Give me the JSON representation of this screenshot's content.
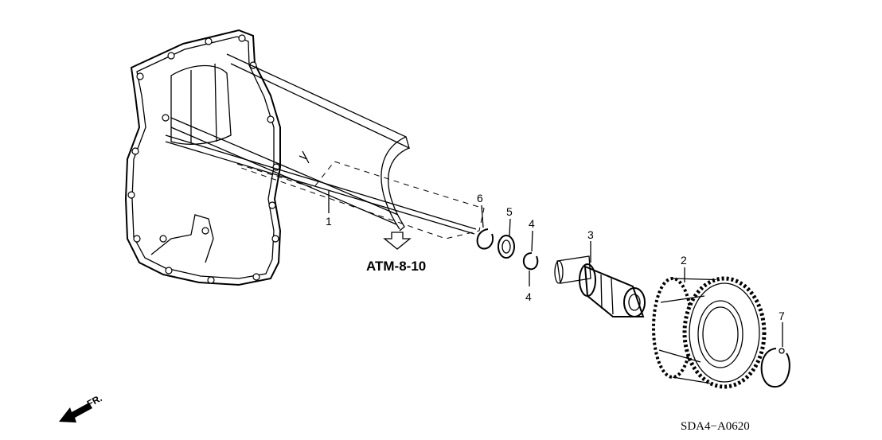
{
  "diagram": {
    "parts": [
      {
        "callout": "1",
        "name": "pipe"
      },
      {
        "callout": "2",
        "name": "gear"
      },
      {
        "callout": "3",
        "name": "shaft"
      },
      {
        "callout": "4",
        "name": "ring-upper"
      },
      {
        "callout": "4",
        "name": "ring-lower"
      },
      {
        "callout": "5",
        "name": "washer"
      },
      {
        "callout": "6",
        "name": "snap-ring-small"
      },
      {
        "callout": "7",
        "name": "snap-ring-large"
      }
    ],
    "reference": "ATM-8-10",
    "front_indicator": "FR.",
    "diagram_code": "SDA4−A0620"
  }
}
